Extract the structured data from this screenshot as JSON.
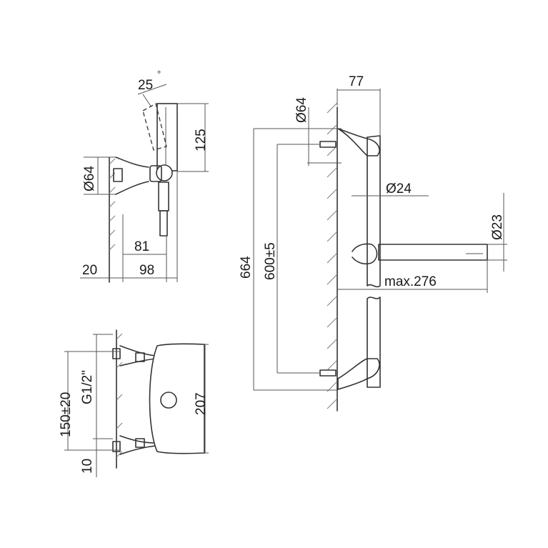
{
  "dimensions": {
    "angle": "25",
    "degree_mark": "°",
    "side_height": "125",
    "side_diameter": "Ø64",
    "side_depth_inner": "81",
    "side_wall_offset": "20",
    "side_depth_total": "98",
    "front_spacing": "150±20",
    "front_thread": "G1/2\"",
    "front_height": "207",
    "front_bottom": "10",
    "rail_bracket_diameter": "Ø64",
    "rail_top_width": "77",
    "rail_pipe_diameter": "Ø24",
    "rail_total_height": "664",
    "rail_center_distance": "600±5",
    "hose_diameter": "Ø23",
    "hose_max_length": "max.276"
  },
  "colors": {
    "line": "#333333",
    "text": "#1a1a1a",
    "background": "#ffffff"
  }
}
